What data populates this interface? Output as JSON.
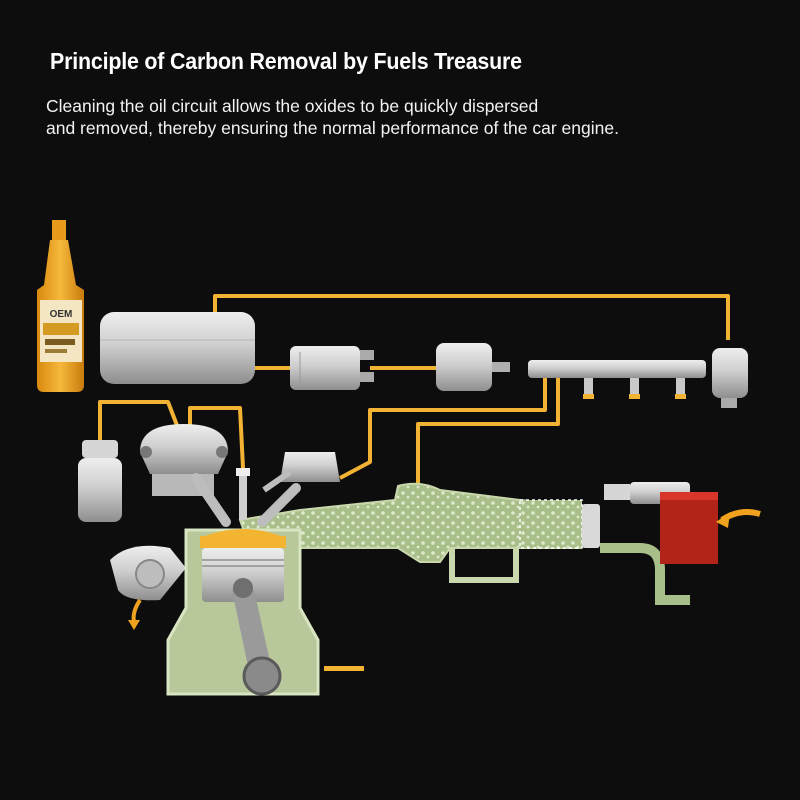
{
  "header": {
    "title": "Principle of Carbon Removal by Fuels Treasure",
    "subtitle_lines": [
      "Cleaning the oil circuit allows the oxides to be quickly dispersed",
      "and removed, thereby ensuring the normal performance of the car engine."
    ]
  },
  "product": {
    "label": "OEM"
  },
  "colors": {
    "background": "#0d0d0d",
    "fuel_line": "#f2b233",
    "metal": "#c9c9c9",
    "intake_fill": "#a9bf8a",
    "cylinder_fill": "#b8c89a",
    "piston_top": "#f3b431",
    "filter_red": "#b22418",
    "arrow": "#f0a21e"
  },
  "icons": {
    "bottle": "fuel-additive-bottle-icon",
    "tank": "fuel-tank-icon",
    "pump": "fuel-pump-icon",
    "filter": "fuel-filter-icon",
    "rail": "fuel-rail-icon",
    "regulator": "pressure-regulator-icon",
    "coil": "ignition-coil-icon",
    "distributor": "distributor-icon",
    "piston": "piston-icon",
    "air_filter": "air-filter-icon",
    "arrow": "airflow-arrow-icon"
  }
}
